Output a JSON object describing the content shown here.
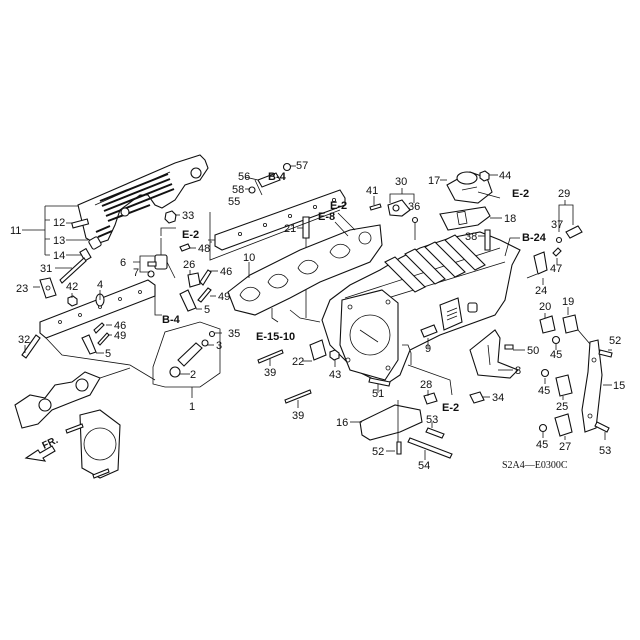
{
  "diagram": {
    "title": "Intake Manifold Exploded View",
    "diagram_code": "S2A4—E0300C",
    "front_indicator": "FR.",
    "callouts": [
      {
        "id": "c1",
        "text": "1"
      },
      {
        "id": "c2",
        "text": "2"
      },
      {
        "id": "c3",
        "text": "3"
      },
      {
        "id": "c4",
        "text": "4"
      },
      {
        "id": "c5a",
        "text": "5"
      },
      {
        "id": "c5b",
        "text": "5"
      },
      {
        "id": "c6",
        "text": "6"
      },
      {
        "id": "c7",
        "text": "7"
      },
      {
        "id": "c8",
        "text": "8"
      },
      {
        "id": "c9",
        "text": "9"
      },
      {
        "id": "c10",
        "text": "10"
      },
      {
        "id": "c11",
        "text": "11"
      },
      {
        "id": "c12",
        "text": "12"
      },
      {
        "id": "c13",
        "text": "13"
      },
      {
        "id": "c14",
        "text": "14"
      },
      {
        "id": "c15",
        "text": "15"
      },
      {
        "id": "c16",
        "text": "16"
      },
      {
        "id": "c17",
        "text": "17"
      },
      {
        "id": "c18",
        "text": "18"
      },
      {
        "id": "c19",
        "text": "19"
      },
      {
        "id": "c20",
        "text": "20"
      },
      {
        "id": "c21",
        "text": "21"
      },
      {
        "id": "c22",
        "text": "22"
      },
      {
        "id": "c23",
        "text": "23"
      },
      {
        "id": "c24",
        "text": "24"
      },
      {
        "id": "c25",
        "text": "25"
      },
      {
        "id": "c26",
        "text": "26"
      },
      {
        "id": "c27",
        "text": "27"
      },
      {
        "id": "c28",
        "text": "28"
      },
      {
        "id": "c29",
        "text": "29"
      },
      {
        "id": "c30",
        "text": "30"
      },
      {
        "id": "c31",
        "text": "31"
      },
      {
        "id": "c32",
        "text": "32"
      },
      {
        "id": "c33",
        "text": "33"
      },
      {
        "id": "c34",
        "text": "34"
      },
      {
        "id": "c35",
        "text": "35"
      },
      {
        "id": "c36",
        "text": "36"
      },
      {
        "id": "c37",
        "text": "37"
      },
      {
        "id": "c38",
        "text": "38"
      },
      {
        "id": "c39a",
        "text": "39"
      },
      {
        "id": "c39b",
        "text": "39"
      },
      {
        "id": "c41",
        "text": "41"
      },
      {
        "id": "c42",
        "text": "42"
      },
      {
        "id": "c43",
        "text": "43"
      },
      {
        "id": "c44",
        "text": "44"
      },
      {
        "id": "c45a",
        "text": "45"
      },
      {
        "id": "c45b",
        "text": "45"
      },
      {
        "id": "c45c",
        "text": "45"
      },
      {
        "id": "c46a",
        "text": "46"
      },
      {
        "id": "c46b",
        "text": "46"
      },
      {
        "id": "c47",
        "text": "47"
      },
      {
        "id": "c48",
        "text": "48"
      },
      {
        "id": "c49a",
        "text": "49"
      },
      {
        "id": "c49b",
        "text": "49"
      },
      {
        "id": "c50",
        "text": "50"
      },
      {
        "id": "c51",
        "text": "51"
      },
      {
        "id": "c52a",
        "text": "52"
      },
      {
        "id": "c52b",
        "text": "52"
      },
      {
        "id": "c53a",
        "text": "53"
      },
      {
        "id": "c53b",
        "text": "53"
      },
      {
        "id": "c54",
        "text": "54"
      },
      {
        "id": "c55",
        "text": "55"
      },
      {
        "id": "c56",
        "text": "56"
      },
      {
        "id": "c57",
        "text": "57"
      },
      {
        "id": "c58",
        "text": "58"
      }
    ],
    "references": [
      {
        "id": "r_e2_a",
        "text": "E-2"
      },
      {
        "id": "r_b4_a",
        "text": "B-4"
      },
      {
        "id": "r_b4_b",
        "text": "B-4"
      },
      {
        "id": "r_e2_b",
        "text": "E-2"
      },
      {
        "id": "r_e8",
        "text": "E-8"
      },
      {
        "id": "r_e2_c",
        "text": "E-2"
      },
      {
        "id": "r_b24",
        "text": "B-24"
      },
      {
        "id": "r_e1510",
        "text": "E-15-10"
      },
      {
        "id": "r_e2_d",
        "text": "E-2"
      }
    ]
  }
}
